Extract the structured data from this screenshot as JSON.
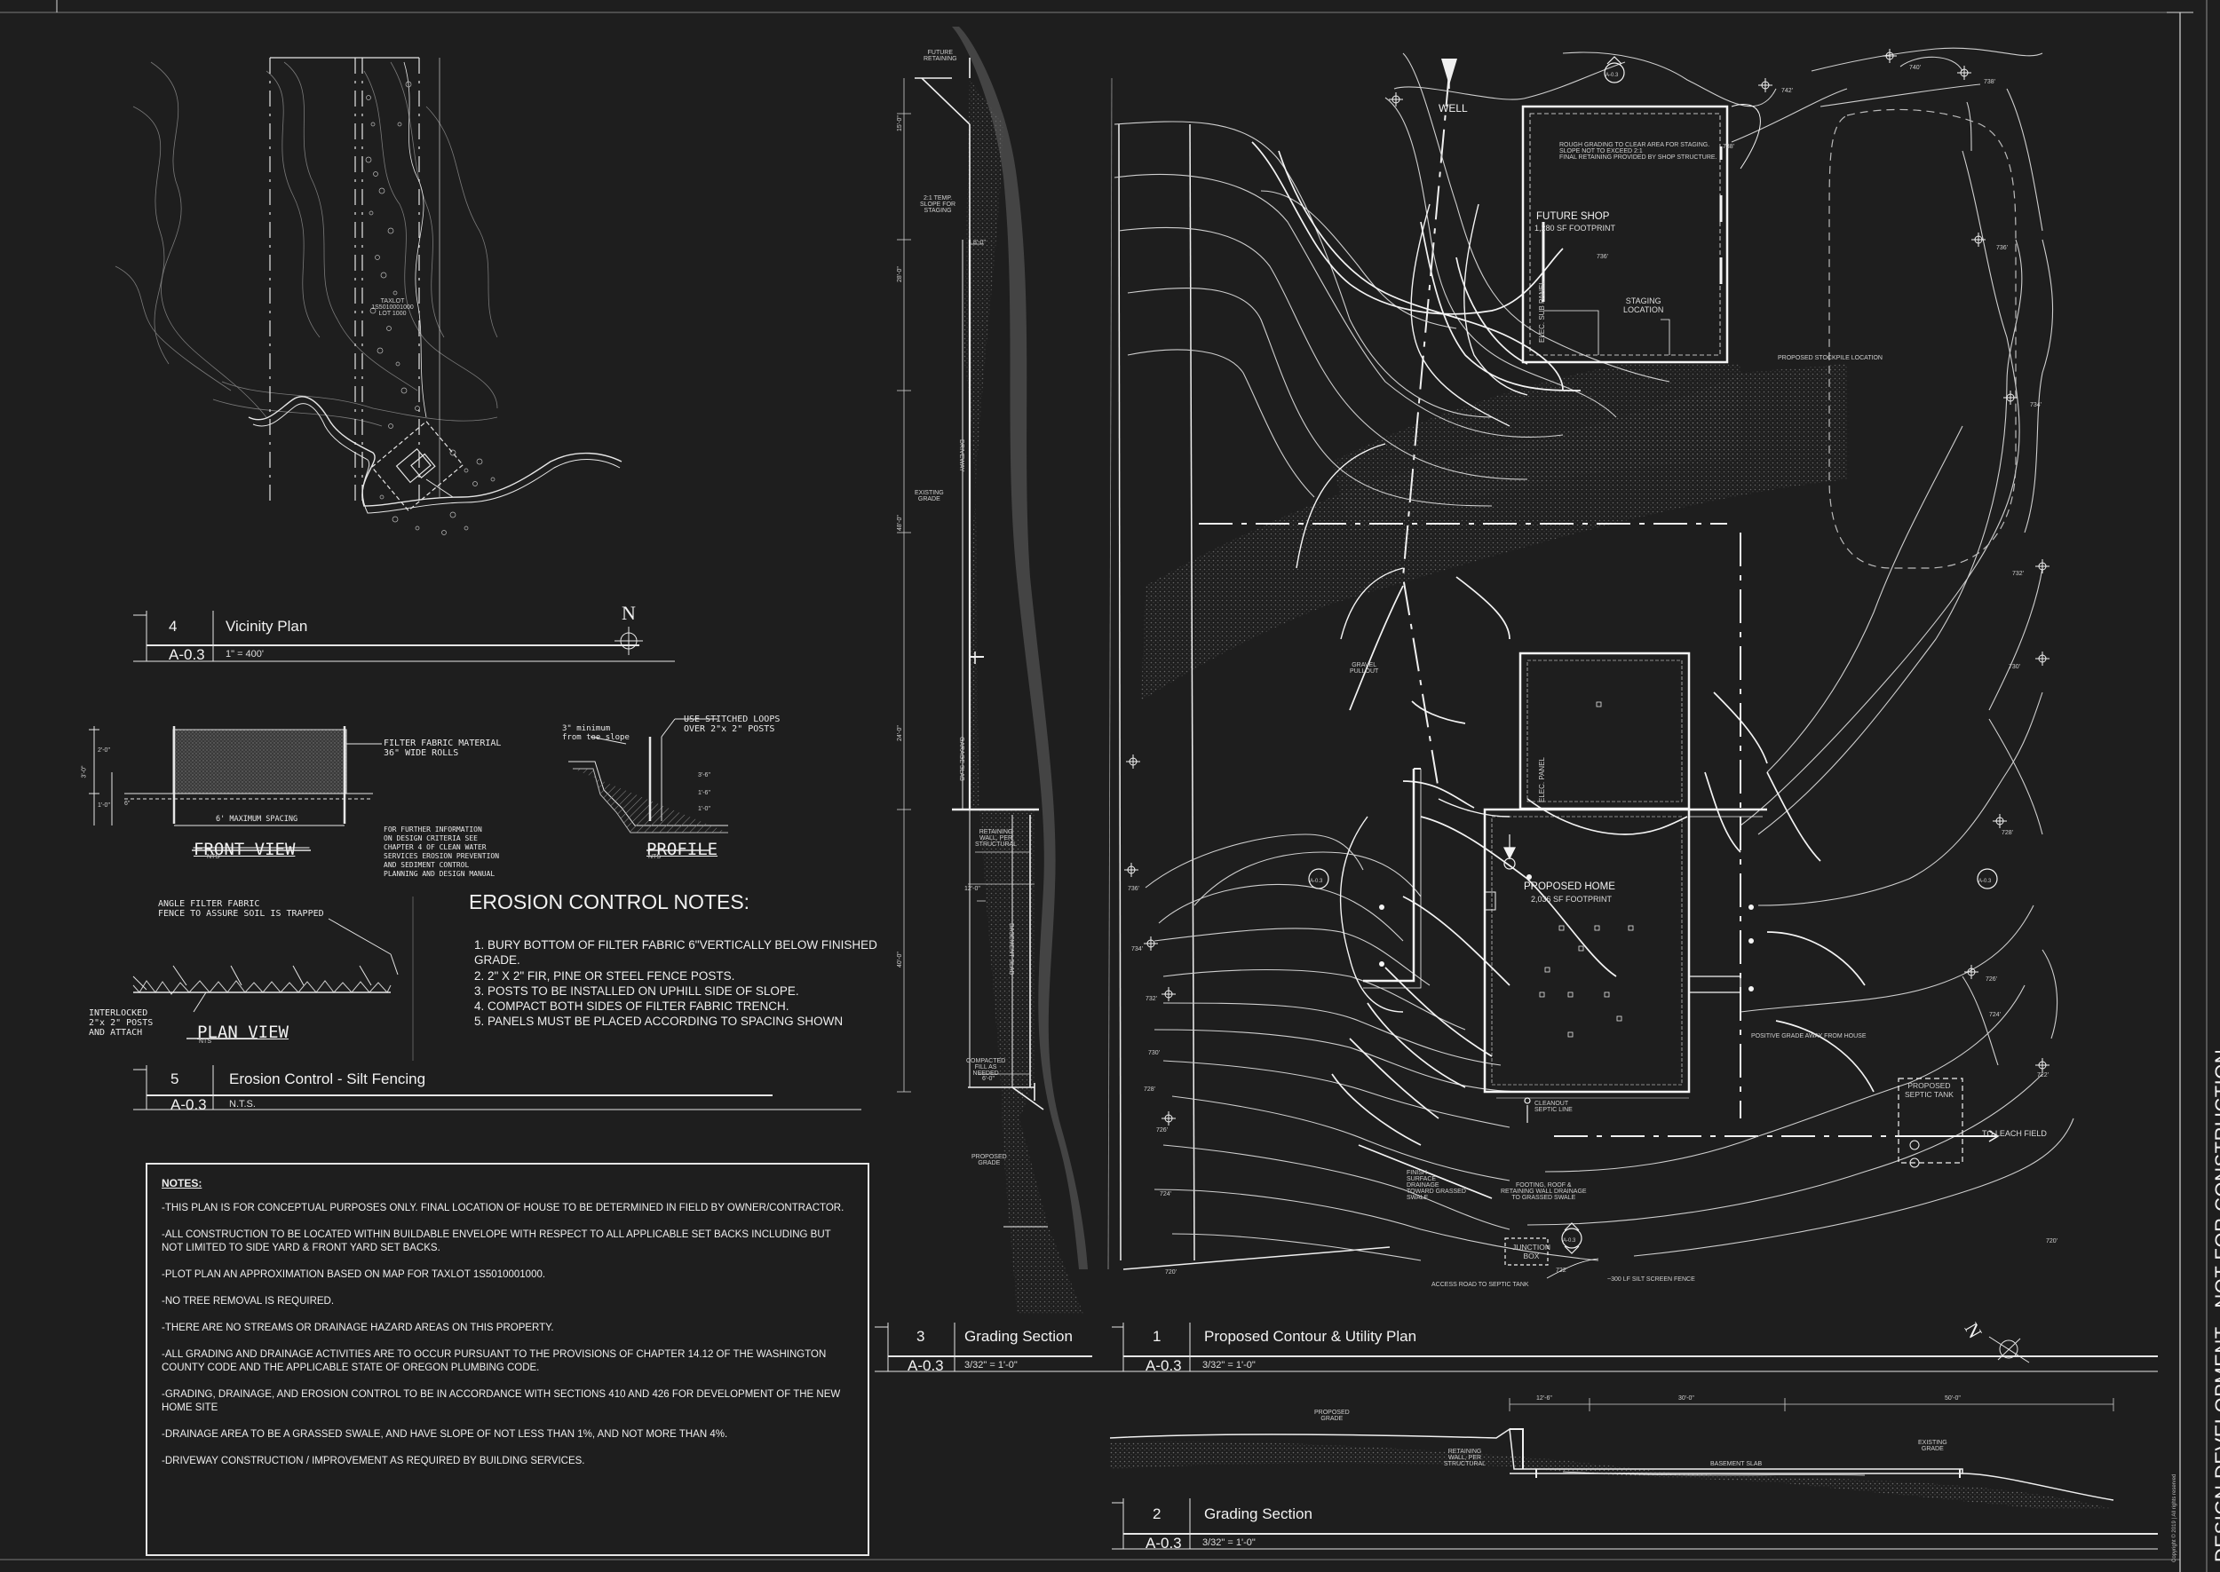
{
  "sheet_title": "DESIGN DEVELOPMENT  -  NOT FOR CONSTRUCTION",
  "copyright": "Copyright © 2019 | All rights reserved",
  "colors": {
    "background": "#1e1e1e",
    "line": "#f0f0f0",
    "hatch": "#8a8a8a"
  },
  "views": {
    "vicinity": {
      "number": "4",
      "title": "Vicinity Plan",
      "sheet": "A-0.3",
      "scale": "1\" = 400'",
      "north": "N",
      "lot_label": "TAXLOT 1S5010001000 LOT 1000"
    },
    "erosion": {
      "number": "5",
      "title": "Erosion Control - Silt Fencing",
      "sheet": "A-0.3",
      "scale": "N.T.S."
    },
    "grading3": {
      "number": "3",
      "title": "Grading Section",
      "sheet": "A-0.3",
      "scale": "3/32\" = 1'-0\""
    },
    "contour": {
      "number": "1",
      "title": "Proposed Contour & Utility Plan",
      "sheet": "A-0.3",
      "scale": "3/32\" = 1'-0\"",
      "north": "N"
    },
    "grading2": {
      "number": "2",
      "title": "Grading Section",
      "sheet": "A-0.3",
      "scale": "3/32\" = 1'-0\""
    }
  },
  "silt_details": {
    "front_view": "FRONT VIEW",
    "profile": "PROFILE",
    "plan_view": "PLAN VIEW",
    "nts": "NTS",
    "filter_fabric": "FILTER FABRIC MATERIAL\n36\" WIDE ROLLS",
    "max_spacing": "6' MAXIMUM SPACING",
    "further_info": "FOR FURTHER INFORMATION\nON DESIGN CRITERIA SEE\nCHAPTER 4 OF CLEAN WATER\nSERVICES EROSION PREVENTION\nAND SEDIMENT CONTROL\nPLANNING AND DESIGN MANUAL",
    "stitched": "USE STITCHED LOOPS\nOVER 2\"x 2\" POSTS",
    "min_toe": "3\" minimum\nfrom toe slope",
    "angle_fabric": "ANGLE FILTER FABRIC\nFENCE TO ASSURE SOIL IS TRAPPED",
    "interlocked": "INTERLOCKED\n2\"x 2\" POSTS\nAND ATTACH",
    "dims": [
      "3'-0\"",
      "2'-0\"",
      "1'-0\"",
      "3'-6\"",
      "1'-6\"",
      "6\"",
      "1'-0\""
    ]
  },
  "erosion_notes": {
    "title": "EROSION CONTROL NOTES:",
    "items": [
      "1.  BURY BOTTOM OF FILTER FABRIC 6\"VERTICALLY BELOW FINISHED GRADE.",
      "2.  2\" X 2\" FIR, PINE OR STEEL FENCE POSTS.",
      "3.  POSTS TO BE INSTALLED ON UPHILL SIDE OF SLOPE.",
      "4.  COMPACT BOTH SIDES OF FILTER FABRIC TRENCH.",
      "5.  PANELS MUST BE PLACED ACCORDING TO SPACING SHOWN"
    ]
  },
  "notes": {
    "heading": "NOTES:",
    "items": [
      "-THIS PLAN IS FOR CONCEPTUAL PURPOSES ONLY.  FINAL LOCATION OF HOUSE TO BE DETERMINED IN FIELD BY OWNER/CONTRACTOR.",
      "-ALL CONSTRUCTION TO BE LOCATED WITHIN BUILDABLE ENVELOPE WITH RESPECT TO ALL APPLICABLE SET BACKS INCLUDING BUT NOT LIMITED TO SIDE YARD & FRONT YARD SET BACKS.",
      "-PLOT PLAN AN APPROXIMATION BASED ON MAP FOR TAXLOT 1S5010001000.",
      "-NO TREE REMOVAL IS REQUIRED.",
      "-THERE ARE NO STREAMS OR DRAINAGE HAZARD AREAS ON THIS PROPERTY.",
      "-ALL GRADING AND DRAINAGE ACTIVITIES ARE TO OCCUR PURSUANT TO THE PROVISIONS OF CHAPTER 14.12 OF THE WASHINGTON COUNTY CODE AND THE APPLICABLE STATE OF OREGON PLUMBING CODE.",
      "-GRADING, DRAINAGE, AND EROSION CONTROL TO BE IN ACCORDANCE WITH SECTIONS 410 AND 426 FOR DEVELOPMENT OF THE NEW HOME SITE",
      "-DRAINAGE AREA TO BE A GRASSED SWALE, AND HAVE SLOPE OF NOT LESS THAN 1%, AND NOT MORE THAN 4%.",
      "-DRIVEWAY CONSTRUCTION / IMPROVEMENT AS REQUIRED BY BUILDING SERVICES."
    ]
  },
  "section3_labels": {
    "future_retaining": "FUTURE\nRETAINING",
    "temp_slope": "2:1 TEMP.\nSLOPE FOR\nSTAGING",
    "existing_grade": "EXISTING\nGRADE",
    "driveway": "DRIVEWAY",
    "garage_slab": "GARAGE SLAB",
    "retaining_wall": "RETAINING\nWALL, PER\nSTRUCTURAL",
    "basement_slab": "BASEMENT SLAB",
    "compacted_fill": "COMPACTED\nFILL AS\nNEEDED",
    "proposed_grade": "PROPOSED\nGRADE",
    "dims": [
      "15'-0\"",
      "8'-0\"",
      "28'-0\"",
      "48'-0\"",
      "24'-0\"",
      "12'-0\"",
      "40'-0\"",
      "6'-0\""
    ]
  },
  "plan_labels": {
    "well": "WELL",
    "future_shop": "FUTURE SHOP",
    "shop_footprint": "1,280 SF FOOTPRINT",
    "rough_grading": "ROUGH GRADING TO CLEAR AREA FOR STAGING.\nSLOPE NOT TO EXCEED 2:1\nFINAL RETAINING PROVIDED BY SHOP STRUCTURE.",
    "elec_sub_panel": "ELEC. SUB PANEL",
    "staging": "STAGING\nLOCATION",
    "stockpile": "PROPOSED STOCKPILE LOCATION",
    "gravel_pullout": "GRAVEL\nPULLOUT",
    "elec_panel": "ELEC. PANEL",
    "proposed_home": "PROPOSED HOME",
    "home_footprint": "2,036 SF FOOTPRINT",
    "positive_grade": "POSITIVE GRADE AWAY FROM HOUSE",
    "septic_tank": "PROPOSED\nSEPTIC TANK",
    "leach_field": "TO LEACH FIELD",
    "cleanout": "CLEANOUT\nSEPTIC LINE",
    "finish_surface": "FINISH\nSURFACE\nDRAINAGE\nTOWARD GRASSED\nSWALE",
    "footing_drain": "FOOTING, ROOF &\nRETAINING WALL DRAINAGE\nTO GRASSED SWALE",
    "junction_box": "JUNCTION\nBOX",
    "access_road": "ACCESS ROAD TO SEPTIC TANK",
    "silt_fence": "~300 LF SILT SCREEN FENCE",
    "section_tag": "A-0.3",
    "elevations": [
      "740'",
      "738'",
      "742'",
      "738'",
      "736'",
      "736'",
      "734'",
      "732'",
      "730'",
      "728'",
      "726'",
      "724'",
      "722'",
      "720'",
      "736'",
      "734'",
      "732'",
      "730'",
      "728'",
      "726'",
      "724'",
      "722'",
      "720'"
    ]
  },
  "section2_labels": {
    "proposed_grade": "PROPOSED\nGRADE",
    "retaining_wall": "RETAINING\nWALL, PER\nSTRUCTURAL",
    "basement_slab": "BASEMENT SLAB",
    "existing_grade": "EXISTING\nGRADE",
    "dims": [
      "12'-6\"",
      "30'-0\"",
      "50'-0\""
    ]
  }
}
